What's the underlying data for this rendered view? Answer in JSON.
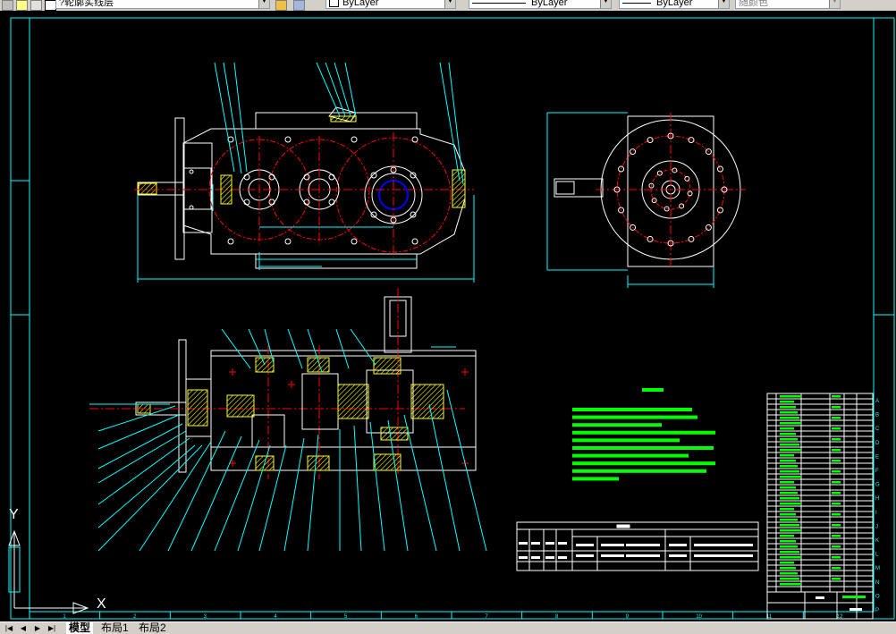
{
  "toolbar": {
    "layer_name": "?轮廓实线层",
    "color_value": "ByLayer",
    "linetype_value": "ByLayer",
    "lineweight_value": "ByLayer",
    "plotstyle_value": "随颜色"
  },
  "drawing": {
    "ucs_x": "X",
    "ucs_y": "Y",
    "grid_numbers_bottom": [
      "1",
      "2",
      "3",
      "4",
      "5",
      "6",
      "7",
      "8",
      "9",
      "10",
      "11",
      "12"
    ],
    "grid_letters_right": [
      "A",
      "B",
      "C",
      "D",
      "E",
      "F",
      "G",
      "H",
      "I",
      "J",
      "K",
      "L",
      "M",
      "N",
      "O",
      "P"
    ]
  },
  "tabs": [
    {
      "label": "模型",
      "active": true
    },
    {
      "label": "布局1",
      "active": false
    },
    {
      "label": "布局2",
      "active": false
    }
  ],
  "colors": {
    "cad_background": "#000000",
    "frame_cyan": "#00ffff",
    "line_white": "#ffffff",
    "center_red": "#ff0000",
    "hatch_yellow": "#ffff00",
    "notes_green": "#00ff00",
    "bore_blue": "#0000ff"
  }
}
